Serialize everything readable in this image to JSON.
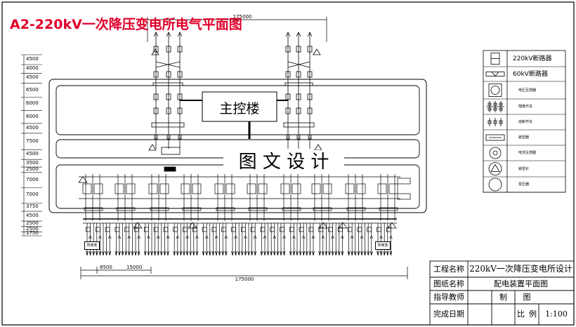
{
  "title": "A2-220kV一次降压变电所电气平面图",
  "main_building_label": "主控楼",
  "watermark": "图 文 设 计",
  "dimensions": {
    "top": "175000",
    "bottom_overall": "175000",
    "bottom_left": "8500",
    "bottom_mid": "15000",
    "left": [
      "4500",
      "4000",
      "4500",
      "6500",
      "6000",
      "6000",
      "4500",
      "7500",
      "4500",
      "3500",
      "2500",
      "7000",
      "7000",
      "3750",
      "4500",
      "2500",
      "2500",
      "1750"
    ]
  },
  "feeder_labels": [
    "所用变",
    "所用变"
  ],
  "legend": [
    {
      "label": "220kV断路器",
      "symbol": "breaker-220"
    },
    {
      "label": "60kV断路器",
      "symbol": "breaker-60"
    },
    {
      "label": "电压互感器",
      "symbol": "vt-square"
    },
    {
      "label": "隔离开关",
      "symbol": "disconnector"
    },
    {
      "label": "熔断开关",
      "symbol": "fuse-switch"
    },
    {
      "label": "避雷器",
      "symbol": "arrester"
    },
    {
      "label": "电流互感器",
      "symbol": "ct-circle"
    },
    {
      "label": "避雷针",
      "symbol": "lightning-rod"
    },
    {
      "label": "变压器",
      "symbol": "transformer"
    }
  ],
  "title_block": {
    "row1_label": "工程名称",
    "row1_value": "220kV一次降压变电所设计",
    "row2_label": "图纸名称",
    "row2_value": "配电装置平面图",
    "row3_label": "指导教师",
    "row3_mid": "制",
    "row3_right": "图",
    "row4_label": "完成日期",
    "row4_mid": "比",
    "row4_right": "例",
    "row4_value": "1:100"
  }
}
